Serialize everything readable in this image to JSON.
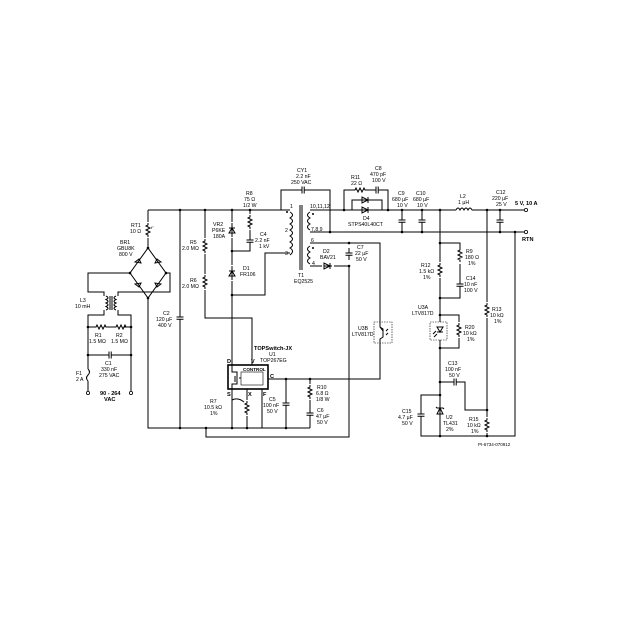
{
  "diagram": {
    "doc_id": "PI-6734-070912",
    "input": {
      "range": "90 - 264",
      "unit": "VAC"
    },
    "output": {
      "main": "5 V, 10 A",
      "return": "RTN"
    },
    "ic": {
      "family": "TOPSwitch-JX",
      "ref": "U1",
      "part": "TOP267EG",
      "block": "CONTROL",
      "pins": {
        "d": "D",
        "v": "V",
        "c": "C",
        "s": "S",
        "x": "X",
        "f": "F"
      }
    },
    "components": {
      "rt1": {
        "ref": "RT1",
        "value": "10 Ω",
        "extra": "t°"
      },
      "br1": {
        "ref": "BR1",
        "value": "GBU8K",
        "rating": "800 V"
      },
      "l3": {
        "ref": "L3",
        "value": "10 mH"
      },
      "r1": {
        "ref": "R1",
        "value": "1.5 MΩ"
      },
      "r2": {
        "ref": "R2",
        "value": "1.5 MΩ"
      },
      "c1": {
        "ref": "C1",
        "value": "330 nF",
        "rating": "275 VAC"
      },
      "f1": {
        "ref": "F1",
        "value": "2 A"
      },
      "c2": {
        "ref": "C2",
        "value": "120 µF",
        "rating": "400 V"
      },
      "r5": {
        "ref": "R5",
        "value": "2.0 MΩ"
      },
      "r6": {
        "ref": "R6",
        "value": "2.0 MΩ"
      },
      "vr2": {
        "ref": "VR2",
        "value": "P6KE",
        "rating": "180A"
      },
      "r8": {
        "ref": "R8",
        "value": "75 Ω",
        "rating": "1/2 W"
      },
      "c4": {
        "ref": "C4",
        "value": "2.2 nF",
        "rating": "1 kV"
      },
      "d1": {
        "ref": "D1",
        "value": "FR106"
      },
      "cy1": {
        "ref": "CY1",
        "value": "2.2 nF",
        "rating": "250 VAC"
      },
      "t1": {
        "ref": "T1",
        "value": "EQ2525",
        "pin1": "1",
        "pin2": "2",
        "pin3": "3",
        "pin4": "4",
        "pin6": "6",
        "pin_out": "10,11,12",
        "pin_rtn": "7,8,9"
      },
      "d2": {
        "ref": "D2",
        "value": "BAV21"
      },
      "c7": {
        "ref": "C7",
        "value": "22 µF",
        "rating": "50 V"
      },
      "r11": {
        "ref": "R11",
        "value": "22 Ω"
      },
      "c8": {
        "ref": "C8",
        "value": "470 pF",
        "rating": "100 V"
      },
      "d4": {
        "ref": "D4",
        "value": "STPS40L40CT"
      },
      "c9": {
        "ref": "C9",
        "value": "680 µF",
        "rating": "10 V"
      },
      "c10": {
        "ref": "C10",
        "value": "680 µF",
        "rating": "10 V"
      },
      "l2": {
        "ref": "L2",
        "value": "1 µH"
      },
      "c12": {
        "ref": "C12",
        "value": "220 µF",
        "rating": "25 V"
      },
      "r12": {
        "ref": "R12",
        "value": "1.5 kΩ",
        "tol": "1%"
      },
      "r9": {
        "ref": "R9",
        "value": "180 Ω",
        "tol": "1%"
      },
      "c14": {
        "ref": "C14",
        "value": "10 nF",
        "rating": "100 V"
      },
      "r13": {
        "ref": "R13",
        "value": "10 kΩ",
        "tol": "1%"
      },
      "u3a": {
        "ref": "U3A",
        "value": "LTV817D"
      },
      "u3b": {
        "ref": "U3B",
        "value": "LTV817D"
      },
      "r20": {
        "ref": "R20",
        "value": "10 kΩ",
        "tol": "1%"
      },
      "c13": {
        "ref": "C13",
        "value": "100 nF",
        "rating": "50 V"
      },
      "c15": {
        "ref": "C15",
        "value": "4.7 µF",
        "rating": "50 V"
      },
      "u2": {
        "ref": "U2",
        "value": "TL431",
        "tol": "2%"
      },
      "r15": {
        "ref": "R15",
        "value": "10 kΩ",
        "tol": "1%"
      },
      "r7": {
        "ref": "R7",
        "value": "10.5 kΩ",
        "tol": "1%"
      },
      "c5": {
        "ref": "C5",
        "value": "100 nF",
        "rating": "50 V"
      },
      "r10": {
        "ref": "R10",
        "value": "6.8 Ω",
        "rating": "1/8 W"
      },
      "c6": {
        "ref": "C6",
        "value": "47 µF",
        "rating": "50 V"
      }
    }
  }
}
